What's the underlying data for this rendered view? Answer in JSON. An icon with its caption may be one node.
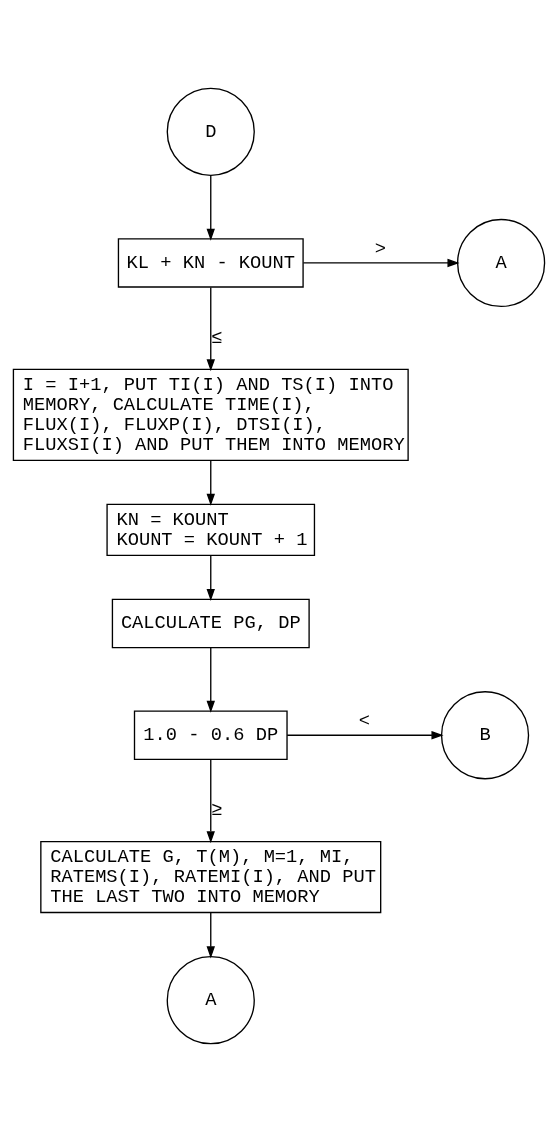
{
  "diagram": {
    "nodes": [
      {
        "text": [
          "D"
        ]
      },
      {
        "text": [
          "KL + KN - KOUNT"
        ]
      },
      {
        "text": [
          "A"
        ]
      },
      {
        "text": [
          "I = I+1, PUT TI(I) AND TS(I) INTO MEMORY, CALCULATE TIME(I), FLUX(I), FLUXP(I), DTSI(I), FLUXSI(I) AND PUT THEM INTO MEMORY"
        ]
      },
      {
        "text": [
          "KN = KOUNT",
          "KOUNT = KOUNT + 1"
        ]
      },
      {
        "text": [
          "CALCULATE PG, DP"
        ]
      },
      {
        "text": [
          "1.0 - 0.6 DP"
        ]
      },
      {
        "text": [
          "B"
        ]
      },
      {
        "text": [
          "CALCULATE G, T(M), M=1, MI, RATEMS(I), RATEMI(I), AND PUT THE LAST TWO INTO MEMORY"
        ]
      },
      {
        "text": [
          "A"
        ]
      }
    ],
    "edges": [
      {
        "from": 0,
        "to": 1,
        "arrow": "to"
      },
      {
        "from": 1,
        "to": 2,
        "arrow": "to",
        "label": ">"
      },
      {
        "from": 1,
        "to": 3,
        "arrow": "to",
        "label": "≤"
      },
      {
        "from": 3,
        "to": 4,
        "arrow": "to"
      },
      {
        "from": 4,
        "to": 5,
        "arrow": "to"
      },
      {
        "from": 5,
        "to": 6,
        "arrow": "to"
      },
      {
        "from": 6,
        "to": 7,
        "arrow": "to",
        "label": "<"
      },
      {
        "from": 6,
        "to": 8,
        "arrow": "to",
        "label": "≥"
      },
      {
        "from": 8,
        "to": 9,
        "arrow": "to"
      }
    ]
  }
}
